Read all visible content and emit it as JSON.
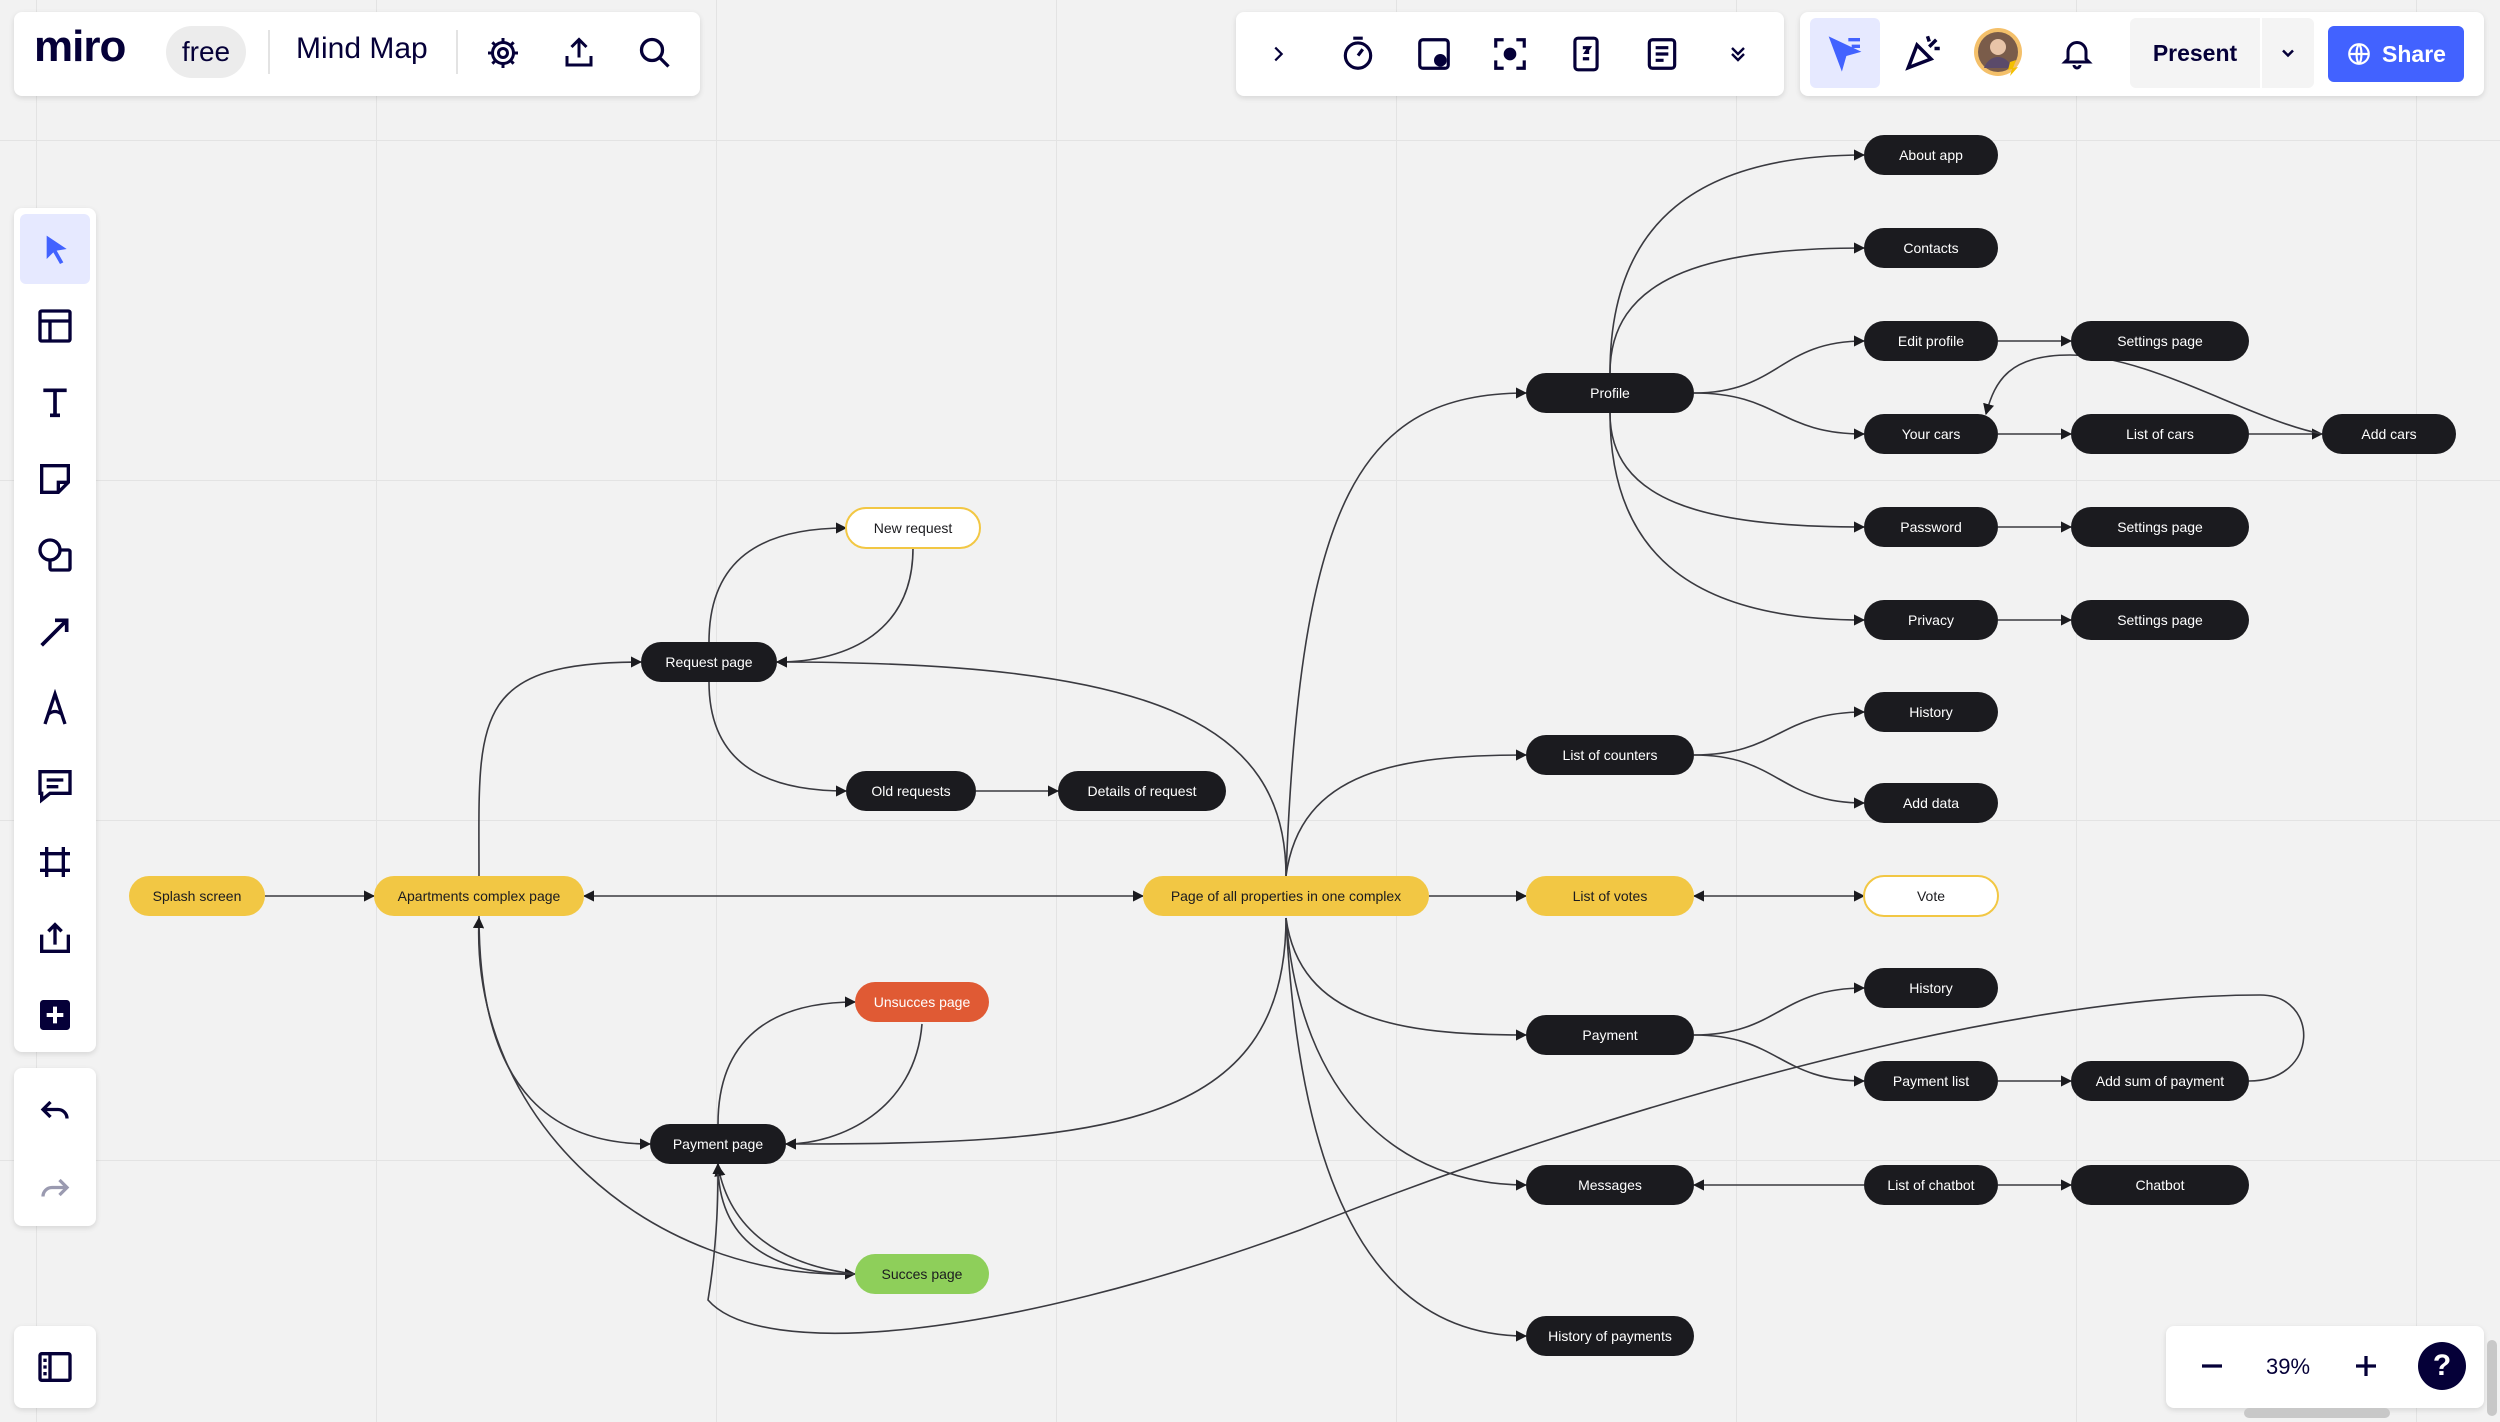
{
  "app": {
    "logo": "miro",
    "plan": "free",
    "board_title": "Mind Map"
  },
  "top_right": {
    "present_label": "Present",
    "share_label": "Share"
  },
  "zoom": {
    "level": "39%"
  },
  "help_label": "?",
  "colors": {
    "dark_node": "#1b1b1f",
    "yellow_node": "#f2c744",
    "red_node": "#e05a34",
    "green_node": "#8ecf5a",
    "outline_node_border": "#f2c744",
    "accent": "#4262ff"
  },
  "toolbar_left": [
    {
      "name": "select-icon",
      "active": true
    },
    {
      "name": "templates-icon"
    },
    {
      "name": "text-icon"
    },
    {
      "name": "sticky-note-icon"
    },
    {
      "name": "shapes-icon"
    },
    {
      "name": "connection-line-icon"
    },
    {
      "name": "pen-icon"
    },
    {
      "name": "comment-icon"
    },
    {
      "name": "frame-icon"
    },
    {
      "name": "upload-icon"
    },
    {
      "name": "more-apps-icon"
    }
  ],
  "toolbar_center": [
    {
      "name": "expand-chevron-icon"
    },
    {
      "name": "timer-icon"
    },
    {
      "name": "card-icon"
    },
    {
      "name": "focus-icon"
    },
    {
      "name": "vote-icon"
    },
    {
      "name": "notes-icon"
    },
    {
      "name": "double-chevron-down-icon"
    }
  ],
  "nodes": [
    {
      "id": "splash",
      "label": "Splash screen",
      "style": "yellow"
    },
    {
      "id": "apartments",
      "label": "Apartments complex page",
      "style": "yellow"
    },
    {
      "id": "allprops",
      "label": "Page of all properties in one complex",
      "style": "yellow"
    },
    {
      "id": "votes",
      "label": "List of votes",
      "style": "yellow"
    },
    {
      "id": "vote",
      "label": "Vote",
      "style": "outline"
    },
    {
      "id": "newreq",
      "label": "New request",
      "style": "outline"
    },
    {
      "id": "reqpage",
      "label": "Request page",
      "style": "dark"
    },
    {
      "id": "oldreq",
      "label": "Old requests",
      "style": "dark"
    },
    {
      "id": "details",
      "label": "Details of request",
      "style": "dark"
    },
    {
      "id": "unsucc",
      "label": "Unsucces page",
      "style": "red"
    },
    {
      "id": "paypage",
      "label": "Payment page",
      "style": "dark"
    },
    {
      "id": "succ",
      "label": "Succes page",
      "style": "green"
    },
    {
      "id": "profile",
      "label": "Profile",
      "style": "dark"
    },
    {
      "id": "about",
      "label": "About app",
      "style": "dark"
    },
    {
      "id": "contacts",
      "label": "Contacts",
      "style": "dark"
    },
    {
      "id": "editprof",
      "label": "Edit profile",
      "style": "dark"
    },
    {
      "id": "settings1",
      "label": "Settings page",
      "style": "dark"
    },
    {
      "id": "yourcars",
      "label": "Your cars",
      "style": "dark"
    },
    {
      "id": "listcars",
      "label": "List of cars",
      "style": "dark"
    },
    {
      "id": "addcars",
      "label": "Add cars",
      "style": "dark"
    },
    {
      "id": "password",
      "label": "Password",
      "style": "dark"
    },
    {
      "id": "settings2",
      "label": "Settings page",
      "style": "dark"
    },
    {
      "id": "privacy",
      "label": "Privacy",
      "style": "dark"
    },
    {
      "id": "settings3",
      "label": "Settings page",
      "style": "dark"
    },
    {
      "id": "counters",
      "label": "List of counters",
      "style": "dark"
    },
    {
      "id": "history1",
      "label": "History",
      "style": "dark"
    },
    {
      "id": "adddata",
      "label": "Add data",
      "style": "dark"
    },
    {
      "id": "payment",
      "label": "Payment",
      "style": "dark"
    },
    {
      "id": "history2",
      "label": "History",
      "style": "dark"
    },
    {
      "id": "paylist",
      "label": "Payment list",
      "style": "dark"
    },
    {
      "id": "addsum",
      "label": "Add sum of payment",
      "style": "dark"
    },
    {
      "id": "messages",
      "label": "Messages",
      "style": "dark"
    },
    {
      "id": "chatlist",
      "label": "List of chatbot",
      "style": "dark"
    },
    {
      "id": "chatbot",
      "label": "Chatbot",
      "style": "dark"
    },
    {
      "id": "histpay",
      "label": "History of payments",
      "style": "dark"
    }
  ],
  "edges": [
    {
      "from": "splash",
      "to": "apartments",
      "bidir": false
    },
    {
      "from": "apartments",
      "to": "allprops",
      "bidir": true
    },
    {
      "from": "apartments",
      "to": "reqpage",
      "bidir": false
    },
    {
      "from": "apartments",
      "to": "paypage",
      "bidir": false
    },
    {
      "from": "reqpage",
      "to": "newreq",
      "bidir": false
    },
    {
      "from": "newreq",
      "to": "reqpage",
      "bidir": false
    },
    {
      "from": "reqpage",
      "to": "oldreq",
      "bidir": false
    },
    {
      "from": "oldreq",
      "to": "details",
      "bidir": false
    },
    {
      "from": "allprops",
      "to": "reqpage",
      "bidir": false
    },
    {
      "from": "paypage",
      "to": "unsucc",
      "bidir": false
    },
    {
      "from": "unsucc",
      "to": "paypage",
      "bidir": false
    },
    {
      "from": "paypage",
      "to": "succ",
      "bidir": false
    },
    {
      "from": "succ",
      "to": "paypage",
      "bidir": false
    },
    {
      "from": "succ",
      "to": "apartments",
      "bidir": false
    },
    {
      "from": "allprops",
      "to": "paypage",
      "bidir": false
    },
    {
      "from": "allprops",
      "to": "profile",
      "bidir": false
    },
    {
      "from": "allprops",
      "to": "counters",
      "bidir": false
    },
    {
      "from": "allprops",
      "to": "votes",
      "bidir": false
    },
    {
      "from": "votes",
      "to": "vote",
      "bidir": true
    },
    {
      "from": "allprops",
      "to": "payment",
      "bidir": false
    },
    {
      "from": "allprops",
      "to": "messages",
      "bidir": false
    },
    {
      "from": "allprops",
      "to": "histpay",
      "bidir": false
    },
    {
      "from": "profile",
      "to": "about",
      "bidir": false
    },
    {
      "from": "profile",
      "to": "contacts",
      "bidir": false
    },
    {
      "from": "profile",
      "to": "editprof",
      "bidir": false
    },
    {
      "from": "profile",
      "to": "yourcars",
      "bidir": false
    },
    {
      "from": "profile",
      "to": "password",
      "bidir": false
    },
    {
      "from": "profile",
      "to": "privacy",
      "bidir": false
    },
    {
      "from": "editprof",
      "to": "settings1",
      "bidir": false
    },
    {
      "from": "yourcars",
      "to": "listcars",
      "bidir": false
    },
    {
      "from": "listcars",
      "to": "addcars",
      "bidir": false
    },
    {
      "from": "addcars",
      "to": "yourcars",
      "bidir": false
    },
    {
      "from": "password",
      "to": "settings2",
      "bidir": false
    },
    {
      "from": "privacy",
      "to": "settings3",
      "bidir": false
    },
    {
      "from": "counters",
      "to": "history1",
      "bidir": false
    },
    {
      "from": "counters",
      "to": "adddata",
      "bidir": false
    },
    {
      "from": "payment",
      "to": "history2",
      "bidir": false
    },
    {
      "from": "payment",
      "to": "paylist",
      "bidir": false
    },
    {
      "from": "paylist",
      "to": "addsum",
      "bidir": false
    },
    {
      "from": "addsum",
      "to": "paypage",
      "bidir": false
    },
    {
      "from": "chatlist",
      "to": "messages",
      "bidir": false
    },
    {
      "from": "chatlist",
      "to": "chatbot",
      "bidir": false
    }
  ]
}
